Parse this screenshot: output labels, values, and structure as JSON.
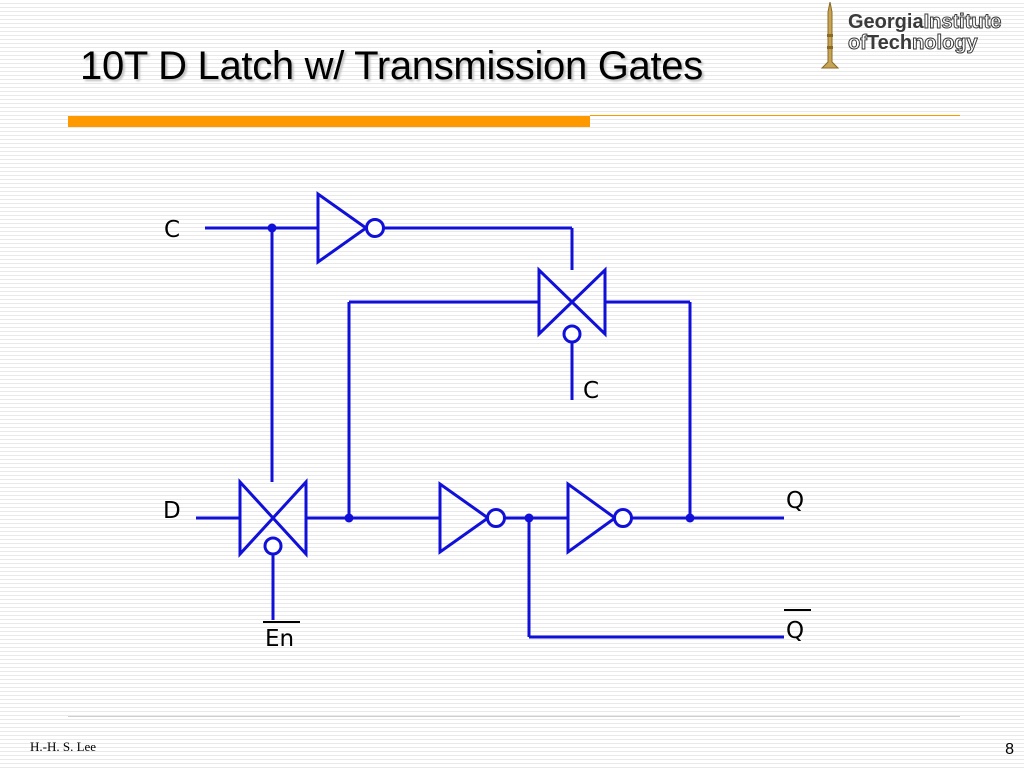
{
  "slide": {
    "title": "10T D Latch w/ Transmission Gates",
    "author": "H.-H. S. Lee",
    "page_number": "8"
  },
  "logo": {
    "word1": "Georgia",
    "word2": "Institute",
    "word3": "of",
    "word4": "Tech",
    "word5": "nology"
  },
  "diagram": {
    "labels": {
      "clock_input": "C",
      "clock_bar_tg": "C",
      "data_input": "D",
      "enable_bar": "En",
      "q_output": "Q",
      "q_bar_output": "Q"
    }
  },
  "colors": {
    "wire": "#1010d8",
    "accent_bar": "#ff9900",
    "title_text": "#000000"
  }
}
